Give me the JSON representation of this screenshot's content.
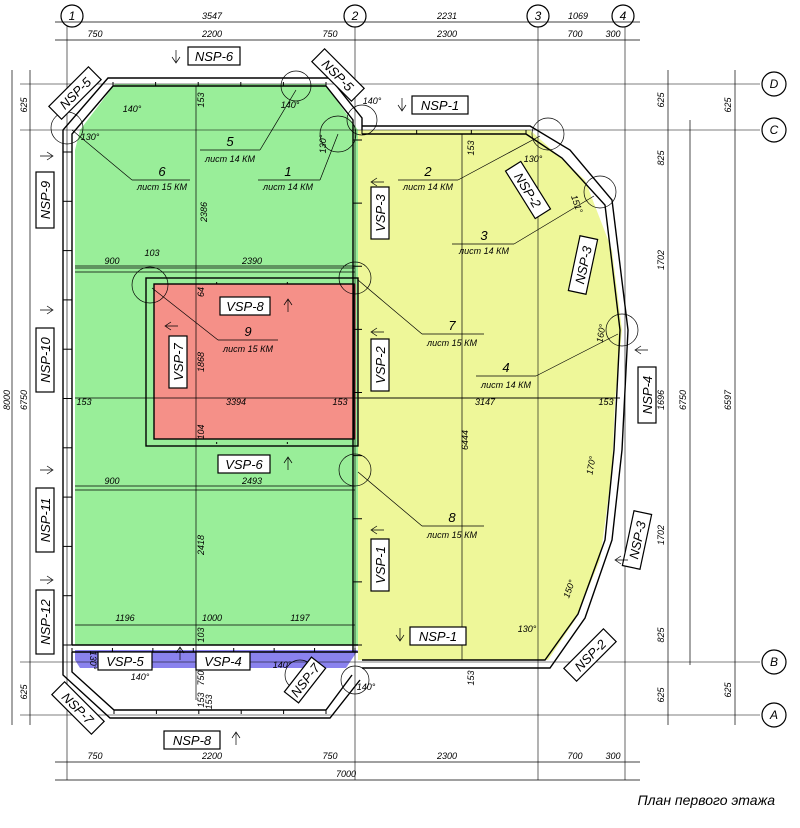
{
  "colors": {
    "zone_green": "#99ee99",
    "zone_yellow": "#eef799",
    "zone_red": "#f59088",
    "zone_blue": "#8a82ee"
  },
  "axes": {
    "a1": "1",
    "a2": "2",
    "a3": "3",
    "a4": "4",
    "aD": "D",
    "aC": "C",
    "aB": "B",
    "aA": "A"
  },
  "dims_top": {
    "d3547": "3547",
    "d2231": "2231",
    "d1069": "1069",
    "d750a": "750",
    "d2200": "2200",
    "d750b": "750",
    "d2300": "2300",
    "d700": "700",
    "d300": "300"
  },
  "dims_bottom": {
    "d750a": "750",
    "d2200": "2200",
    "d750b": "750",
    "d2300": "2300",
    "d700": "700",
    "d300": "300",
    "d7000": "7000"
  },
  "dims_left": {
    "d625a": "625",
    "d8000": "8000",
    "d6750": "6750",
    "d625b": "625"
  },
  "dims_right": {
    "d625a": "625",
    "d625b": "625",
    "d825a": "825",
    "d1702a": "1702",
    "d1696": "1696",
    "d1702b": "1702",
    "d825b": "825",
    "d625c": "625",
    "d625d": "625",
    "d6750": "6750",
    "d6597": "6597"
  },
  "inner_dims": {
    "d900a": "900",
    "d103a": "103",
    "d2390": "2390",
    "d153a": "153",
    "d3394": "3394",
    "d153b": "153",
    "d3147": "3147",
    "d153c": "153",
    "d900b": "900",
    "d2493": "2493",
    "d1196": "1196",
    "d1000": "1000",
    "d1197": "1197",
    "d2386": "2386",
    "d153v1": "153",
    "d1868": "1868",
    "d64": "64",
    "d104": "104",
    "d2418": "2418",
    "d103b": "103",
    "d750v": "750",
    "d153v2": "153",
    "d153v3": "153",
    "d6444": "6444",
    "d153v4": "153",
    "d153v5": "153"
  },
  "angles": {
    "a140a": "140°",
    "a140b": "140°",
    "a140c": "140°",
    "a130a": "130°",
    "a130b": "130°",
    "a130c": "130°",
    "a151": "151°",
    "a160": "160°",
    "a170": "170°",
    "a150": "150°",
    "a130d": "130°",
    "a140d": "140°",
    "a140e": "140°",
    "a130e": "130°",
    "a140f": "140°"
  },
  "callouts": [
    {
      "num": "1",
      "sheet": "лист 14 КМ"
    },
    {
      "num": "2",
      "sheet": "лист 14 КМ"
    },
    {
      "num": "3",
      "sheet": "лист 14 КМ"
    },
    {
      "num": "4",
      "sheet": "лист 14 КМ"
    },
    {
      "num": "5",
      "sheet": "лист 14 КМ"
    },
    {
      "num": "6",
      "sheet": "лист 15 КМ"
    },
    {
      "num": "7",
      "sheet": "лист 15 КМ"
    },
    {
      "num": "8",
      "sheet": "лист 15 КМ"
    },
    {
      "num": "9",
      "sheet": "лист 15 КМ"
    }
  ],
  "tags": {
    "nsp1a": "NSP-1",
    "nsp1b": "NSP-1",
    "nsp2a": "NSP-2",
    "nsp2b": "NSP-2",
    "nsp3a": "NSP-3",
    "nsp3b": "NSP-3",
    "nsp4": "NSP-4",
    "nsp5a": "NSP-5",
    "nsp5b": "NSP-5",
    "nsp6": "NSP-6",
    "nsp7a": "NSP-7",
    "nsp7b": "NSP-7",
    "nsp8": "NSP-8",
    "nsp9": "NSP-9",
    "nsp10": "NSP-10",
    "nsp11": "NSP-11",
    "nsp12": "NSP-12",
    "vsp1": "VSP-1",
    "vsp2": "VSP-2",
    "vsp3": "VSP-3",
    "vsp4": "VSP-4",
    "vsp5": "VSP-5",
    "vsp6": "VSP-6",
    "vsp7": "VSP-7",
    "vsp8": "VSP-8"
  },
  "caption": "План первого этажа"
}
